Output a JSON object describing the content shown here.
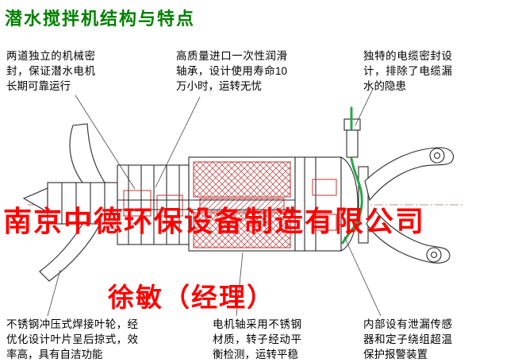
{
  "page": {
    "title": "潜水搅拌机结构与特点"
  },
  "annotations": [
    {
      "id": "mechanical-seal",
      "text": "两道独立的机械密封，保证潜水电机长期可靠运行"
    },
    {
      "id": "bearing",
      "text": "高质量进口一次性润滑轴承，设计使用寿命10万小时，运转无忧"
    },
    {
      "id": "cable-seal",
      "text": "独特的电缆密封设计，排除了电缆漏水的隐患"
    },
    {
      "id": "impeller",
      "text": "不锈钢冲压式焊接叶轮，经优化设计叶片呈后掠式，效率高，具有自洁功能"
    },
    {
      "id": "motor-shaft",
      "text": "电机轴采用不锈钢材质，转子经动平衡检测，运转平稳"
    },
    {
      "id": "leak-sensor",
      "text": "内部设有泄漏传感器和定子绕组超温保护报警装置"
    }
  ],
  "watermark": {
    "company": "南京中德环保设备制造有限公司",
    "contact": "徐敏（经理）"
  },
  "colors": {
    "title_green": "#008000",
    "watermark_red": "#ff0000",
    "drawing_line": "#2a2a2a",
    "hatch_red": "#c23333",
    "cable_green": "#2aa546",
    "leader_line": "#444444"
  }
}
